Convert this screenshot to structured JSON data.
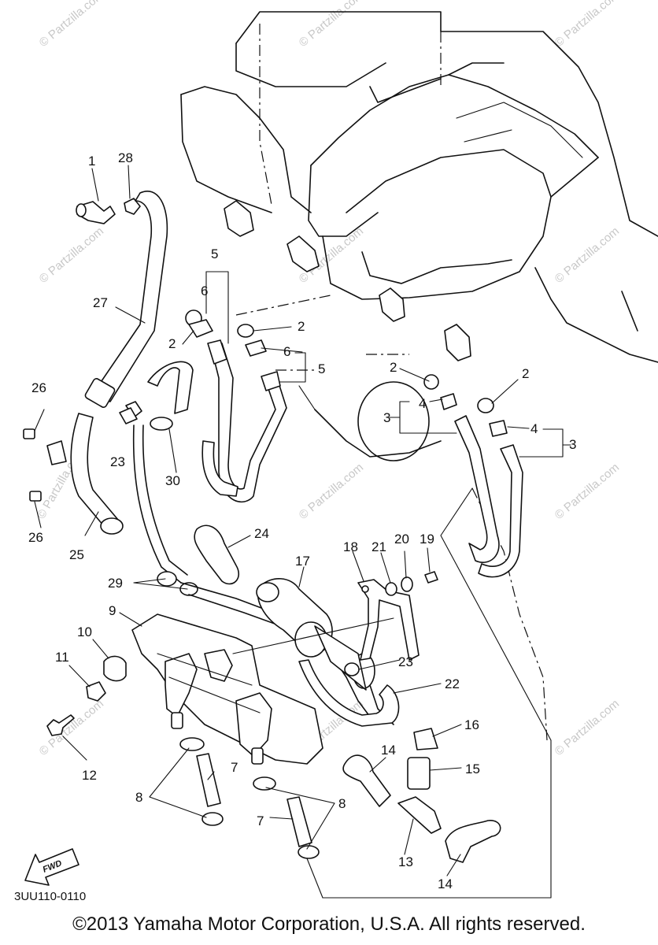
{
  "diagram": {
    "part_code": "3UU110-0110",
    "fwd_label": "FWD",
    "watermark_text": "© Partzilla.com",
    "callouts": {
      "n1": "1",
      "n2": "2",
      "n3": "3",
      "n4": "4",
      "n5": "5",
      "n6": "6",
      "n7": "7",
      "n8": "8",
      "n9": "9",
      "n10": "10",
      "n11": "11",
      "n12": "12",
      "n13": "13",
      "n14": "14",
      "n15": "15",
      "n16": "16",
      "n17": "17",
      "n18": "18",
      "n19": "19",
      "n20": "20",
      "n21": "21",
      "n22": "22",
      "n23": "23",
      "n24": "24",
      "n25": "25",
      "n26": "26",
      "n27": "27",
      "n28": "28",
      "n29": "29",
      "n30": "30"
    }
  },
  "footer": {
    "copyright": "©2013 Yamaha Motor Corporation, U.S.A. All rights reserved."
  }
}
